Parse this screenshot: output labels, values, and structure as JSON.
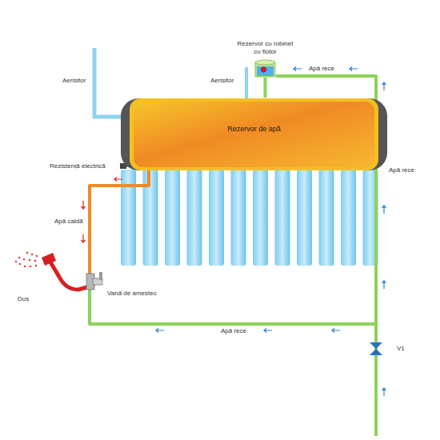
{
  "diagram": {
    "nodes": [
      {
        "text": [
          "Rezervor cu robinet cu flotor"
        ]
      },
      {
        "text": [
          "Rezervor de apă"
        ]
      }
    ],
    "edges": [
      {
        "from": 0,
        "to": 1,
        "arrow": "none"
      }
    ],
    "labels": [
      "Aerisitor",
      "Apă rece",
      "Aerisitor",
      "Rezistență electrică",
      "Apă rece",
      "Apă caldă",
      "Duș",
      "Vană de amestec",
      "Apă rece",
      "V1"
    ]
  }
}
